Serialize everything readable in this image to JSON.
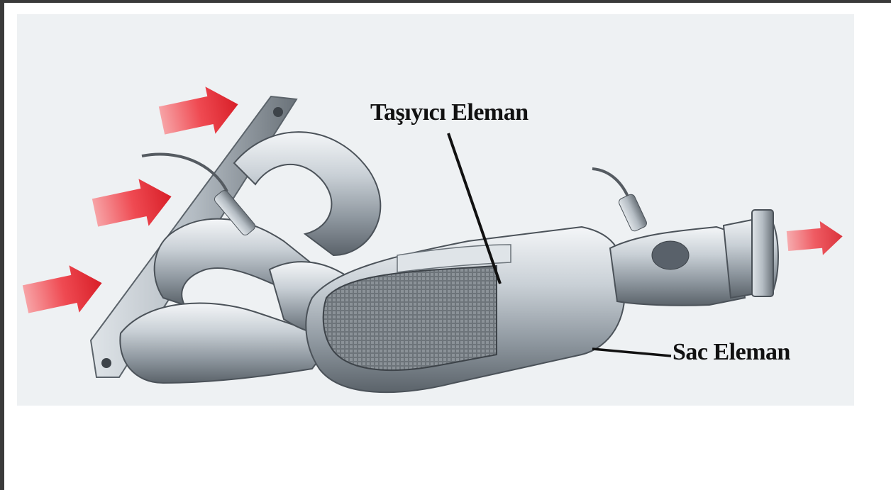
{
  "diagram": {
    "labels": {
      "carrier": "Taşıyıcı Eleman",
      "shell": "Sac Eleman"
    },
    "arrows": {
      "inlet_count": 3,
      "outlet_count": 1,
      "color": "#e8262e"
    },
    "colors": {
      "background": "#eef1f3",
      "metal_light": "#e6ebef",
      "metal_mid": "#a9b2ba",
      "metal_dark": "#4b5259",
      "frame": "#3a3a3a"
    }
  }
}
